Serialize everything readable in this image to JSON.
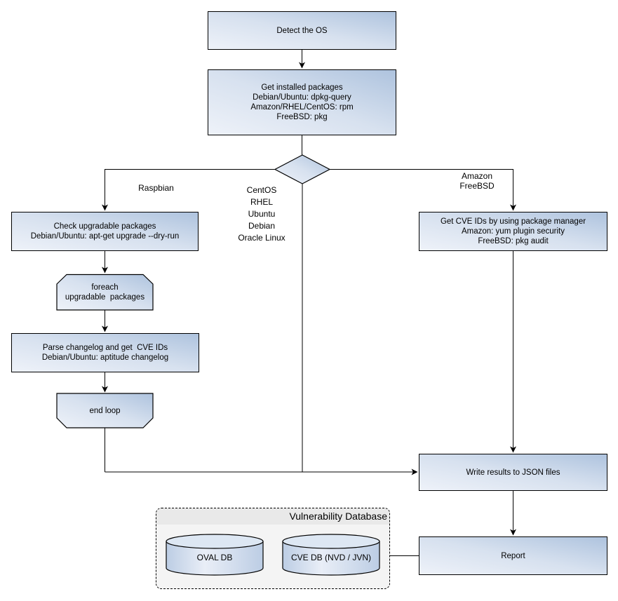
{
  "flowchart": {
    "nodes": {
      "detect_os": "Detect the OS",
      "get_installed_packages": "Get installed packages\nDebian/Ubuntu: dpkg-query\nAmazon/RHEL/CentOS: rpm\nFreeBSD: pkg",
      "check_upgradable": "Check upgradable packages\nDebian/Ubuntu: apt-get upgrade --dry-run",
      "foreach_loop_start": "foreach\nupgradable  packages",
      "parse_changelog": "Parse changelog and get  CVE IDs\nDebian/Ubuntu: aptitude changelog",
      "loop_end": "end loop",
      "get_cve_ids_pkg_manager": "Get CVE IDs by using package manager\nAmazon: yum plugin security\nFreeBSD: pkg audit",
      "write_results": "Write results to JSON files",
      "report": "Report"
    },
    "branch_labels": {
      "left": "Raspbian",
      "middle": "CentOS\nRHEL\nUbuntu\nDebian\nOracle Linux",
      "right": "Amazon\nFreeBSD"
    },
    "database_group": {
      "title": "Vulnerability Database",
      "databases": [
        "OVAL DB",
        "CVE DB (NVD / JVN)"
      ]
    },
    "colors": {
      "node_gradient_light": "#eef2f9",
      "node_gradient_dark": "#aec3de",
      "node_border": "#000000",
      "group_fill": "#f4f4f4",
      "group_band": "#e9e9e9",
      "background": "#ffffff"
    }
  }
}
